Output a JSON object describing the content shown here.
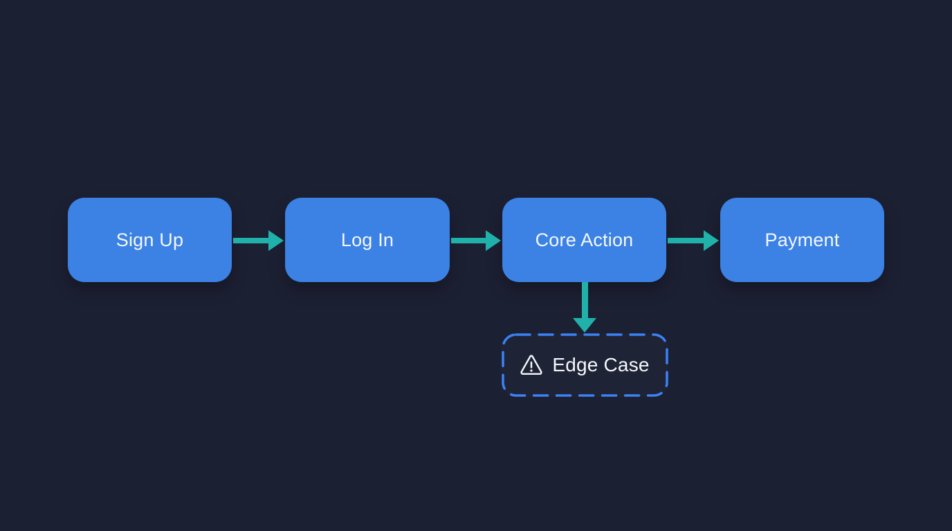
{
  "diagram": {
    "type": "flowchart",
    "nodes": [
      {
        "id": "signup",
        "label": "Sign Up",
        "kind": "step"
      },
      {
        "id": "login",
        "label": "Log In",
        "kind": "step"
      },
      {
        "id": "core",
        "label": "Core Action",
        "kind": "step"
      },
      {
        "id": "payment",
        "label": "Payment",
        "kind": "step"
      },
      {
        "id": "edge_case",
        "label": "Edge Case",
        "kind": "edge-case",
        "icon": "warning-triangle-icon"
      }
    ],
    "edges": [
      {
        "from": "signup",
        "to": "login",
        "direction": "right"
      },
      {
        "from": "login",
        "to": "core",
        "direction": "right"
      },
      {
        "from": "core",
        "to": "payment",
        "direction": "right"
      },
      {
        "from": "core",
        "to": "edge_case",
        "direction": "down"
      }
    ],
    "colors": {
      "background": "#1c2033",
      "node_fill": "#3b82e4",
      "arrow": "#20b2aa",
      "edge_case_border": "#3b82f6",
      "text": "#f5f8fc"
    }
  }
}
